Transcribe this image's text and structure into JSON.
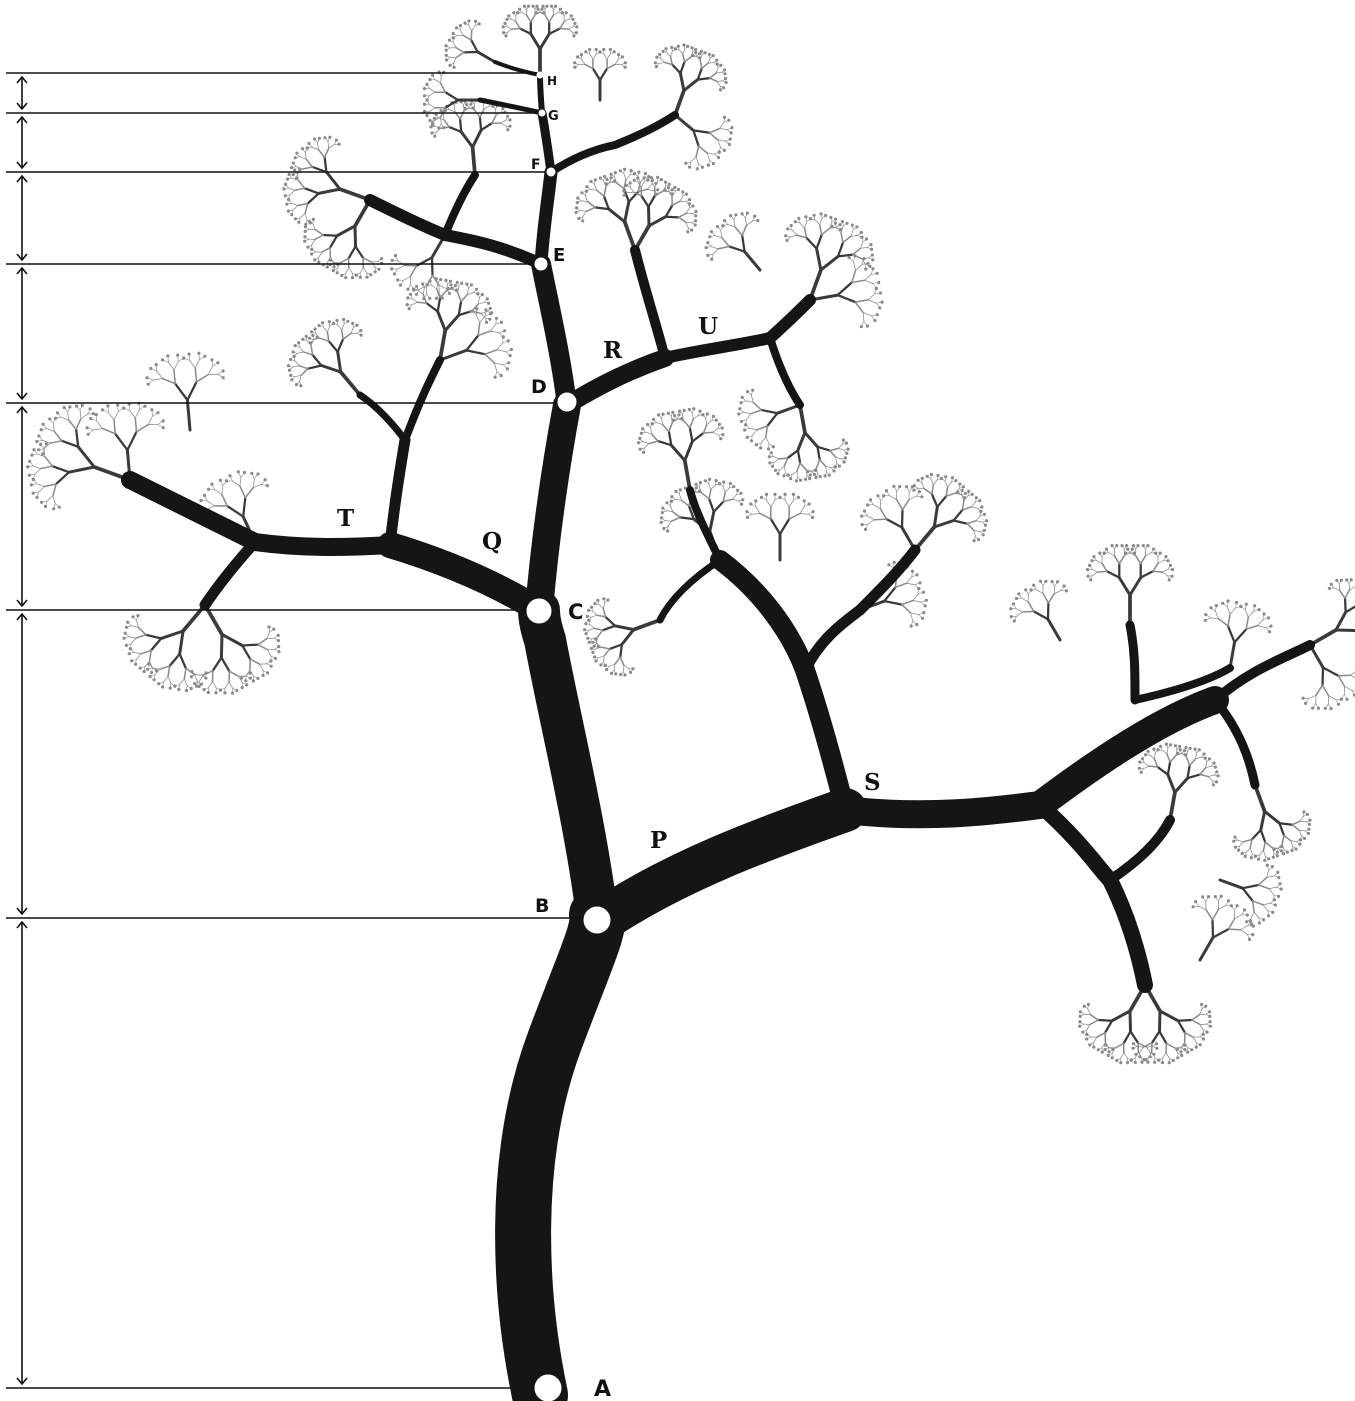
{
  "figure": {
    "nodes": [
      {
        "id": "A",
        "label": "A"
      },
      {
        "id": "B",
        "label": "B"
      },
      {
        "id": "C",
        "label": "C"
      },
      {
        "id": "D",
        "label": "D"
      },
      {
        "id": "E",
        "label": "E"
      },
      {
        "id": "F",
        "label": "F"
      },
      {
        "id": "G",
        "label": "G"
      },
      {
        "id": "H",
        "label": "H"
      }
    ],
    "branches": [
      {
        "id": "P",
        "label": "P"
      },
      {
        "id": "Q",
        "label": "Q"
      },
      {
        "id": "R",
        "label": "R"
      },
      {
        "id": "S",
        "label": "S"
      },
      {
        "id": "T",
        "label": "T"
      },
      {
        "id": "U",
        "label": "U"
      }
    ],
    "colors": {
      "trunk": "#151515",
      "twig": "#3a3a3a",
      "leaf": "#8a8a8a",
      "guide": "#111111",
      "background": "#ffffff"
    }
  }
}
